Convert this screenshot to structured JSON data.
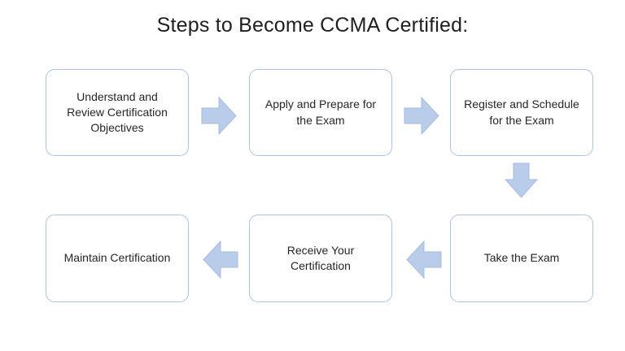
{
  "title": "Steps to Become CCMA Certified:",
  "colors": {
    "background": "#ffffff",
    "box_fill": "#ffffff",
    "box_border": "#a9c4e6",
    "arrow_fill": "#b9cce9",
    "arrow_stroke": "#a5bde0",
    "text": "#262626",
    "title_text": "#1f1f1f"
  },
  "steps": [
    {
      "order": 1,
      "label": "Understand and Review Certification Objectives"
    },
    {
      "order": 2,
      "label": "Apply and Prepare for the Exam"
    },
    {
      "order": 3,
      "label": "Register and Schedule for the Exam"
    },
    {
      "order": 4,
      "label": "Take the Exam"
    },
    {
      "order": 5,
      "label": "Receive Your Certification"
    },
    {
      "order": 6,
      "label": "Maintain Certification"
    }
  ],
  "connectors": [
    {
      "from": 1,
      "to": 2,
      "direction": "right"
    },
    {
      "from": 2,
      "to": 3,
      "direction": "right"
    },
    {
      "from": 3,
      "to": 4,
      "direction": "down"
    },
    {
      "from": 4,
      "to": 5,
      "direction": "left"
    },
    {
      "from": 5,
      "to": 6,
      "direction": "left"
    }
  ]
}
